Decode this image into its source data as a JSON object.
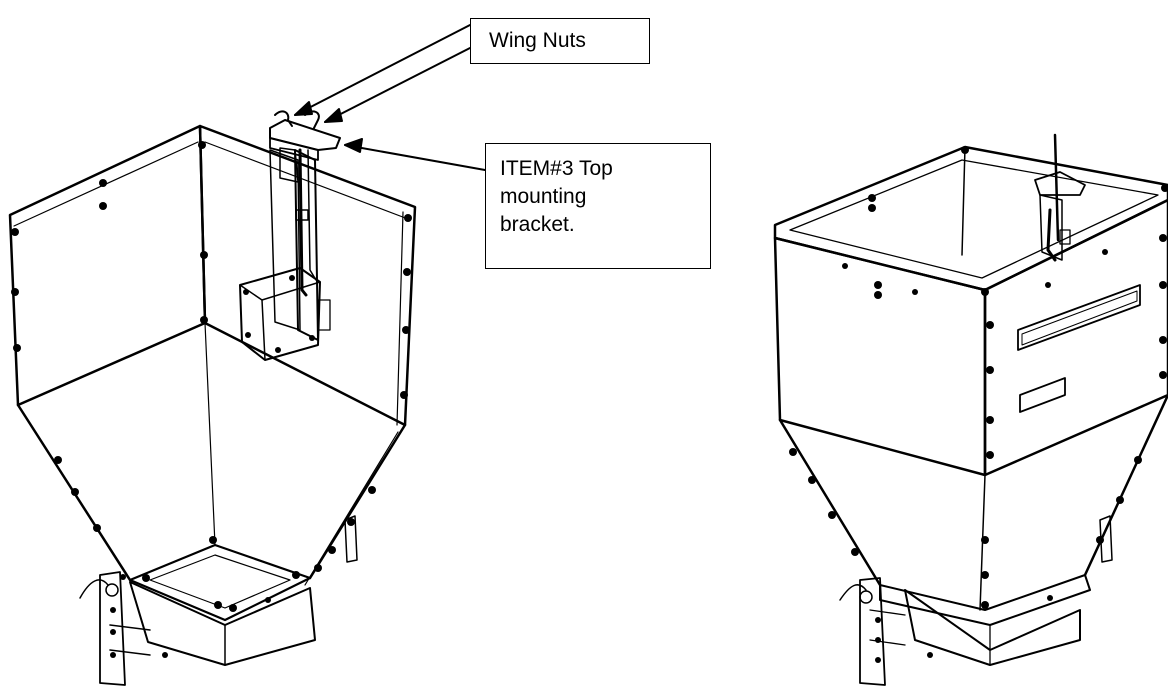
{
  "callouts": {
    "wing_nuts": {
      "label": "Wing Nuts"
    },
    "bracket": {
      "lines": [
        "ITEM#3 Top",
        "mounting",
        "bracket."
      ]
    }
  },
  "colors": {
    "line": "#000000",
    "background": "#ffffff"
  }
}
